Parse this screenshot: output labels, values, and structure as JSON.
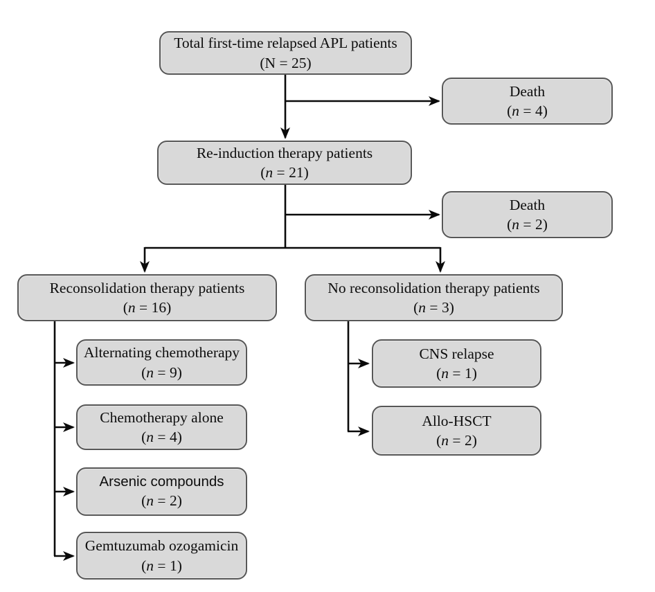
{
  "figure": {
    "description": "Flow diagram of first-time relapsed APL patient disposition"
  },
  "palette": {
    "box_fill": "#d9d9d9",
    "box_border": "#575757",
    "line_color": "#0a0a0a",
    "text_color": "#0d0d0d",
    "background": "#ffffff"
  },
  "flow": {
    "boxes": {
      "total": {
        "label": "Total first-time relapsed APL patients",
        "var": "N",
        "var_roman": "true",
        "count": "25"
      },
      "death1": {
        "label": "Death",
        "var": "n",
        "count": "4"
      },
      "reinduction": {
        "label": "Re-induction therapy patients",
        "var": "n",
        "count": "21"
      },
      "death2": {
        "label": "Death",
        "var": "n",
        "count": "2"
      },
      "reconsolidation": {
        "label": "Reconsolidation therapy patients",
        "var": "n",
        "count": "16"
      },
      "no_reconsolidation": {
        "label": "No reconsolidation therapy patients",
        "var": "n",
        "count": "3"
      },
      "alternating": {
        "label": "Alternating chemotherapy",
        "var": "n",
        "count": "9"
      },
      "chemo_alone": {
        "label": "Chemotherapy alone",
        "var": "n",
        "count": "4"
      },
      "arsenic": {
        "label": "Arsenic compounds",
        "var": "n",
        "count": "2"
      },
      "gemtuzumab": {
        "label": "Gemtuzumab ozogamicin",
        "var": "n",
        "count": "1"
      },
      "cns": {
        "label": "CNS relapse",
        "var": "n",
        "count": "1"
      },
      "allo": {
        "label": "Allo-HSCT",
        "var": "n",
        "count": "2"
      }
    }
  }
}
